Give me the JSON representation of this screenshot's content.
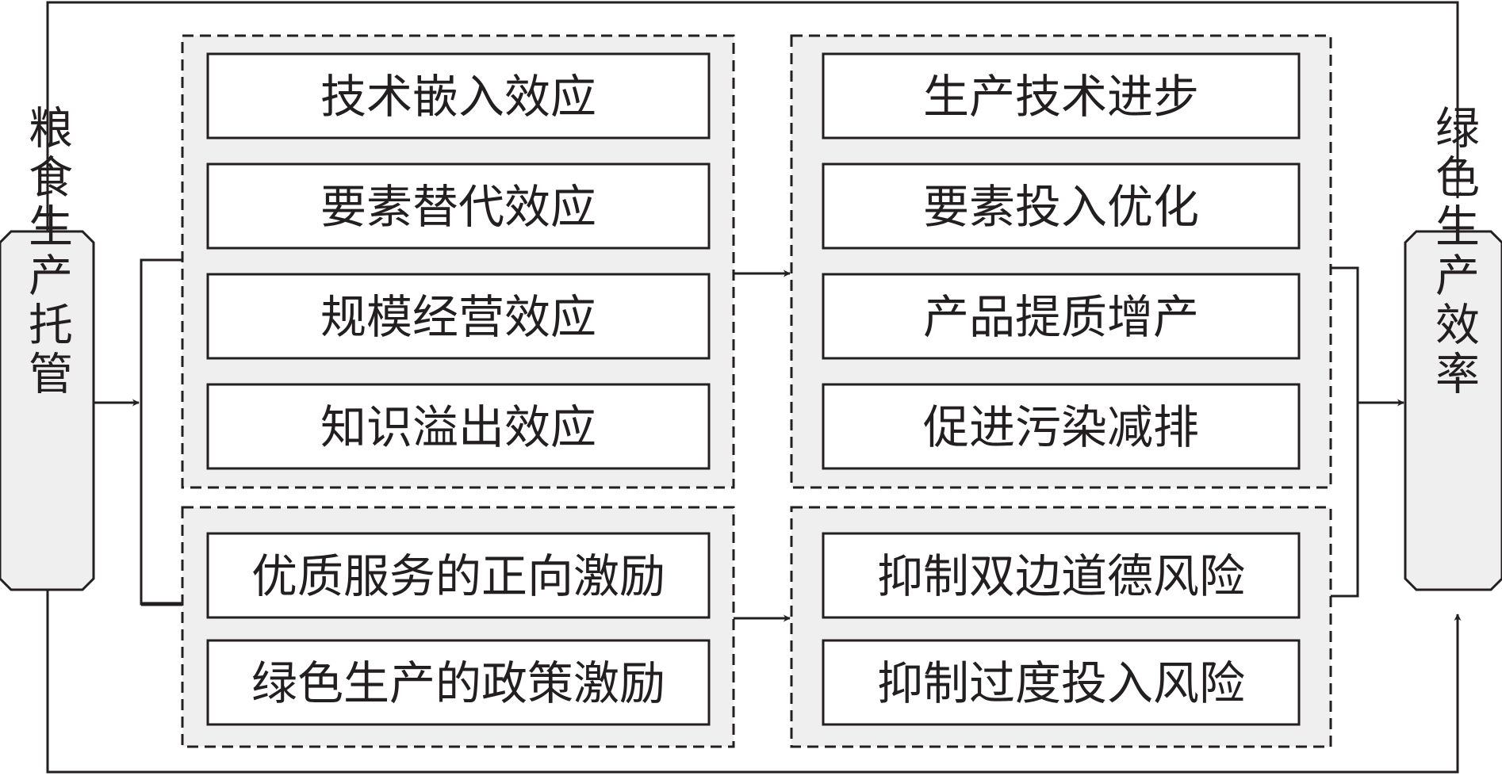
{
  "diagram": {
    "source": "粮食生产托管",
    "target": "绿色生产效率",
    "groups": {
      "effects": [
        "技术嵌入效应",
        "要素替代效应",
        "规模经营效应",
        "知识溢出效应"
      ],
      "outcomes": [
        "生产技术进步",
        "要素投入优化",
        "产品提质增产",
        "促进污染减排"
      ],
      "incentives": [
        "优质服务的正向激励",
        "绿色生产的政策激励"
      ],
      "risk_controls": [
        "抑制双边道德风险",
        "抑制过度投入风险"
      ]
    }
  }
}
